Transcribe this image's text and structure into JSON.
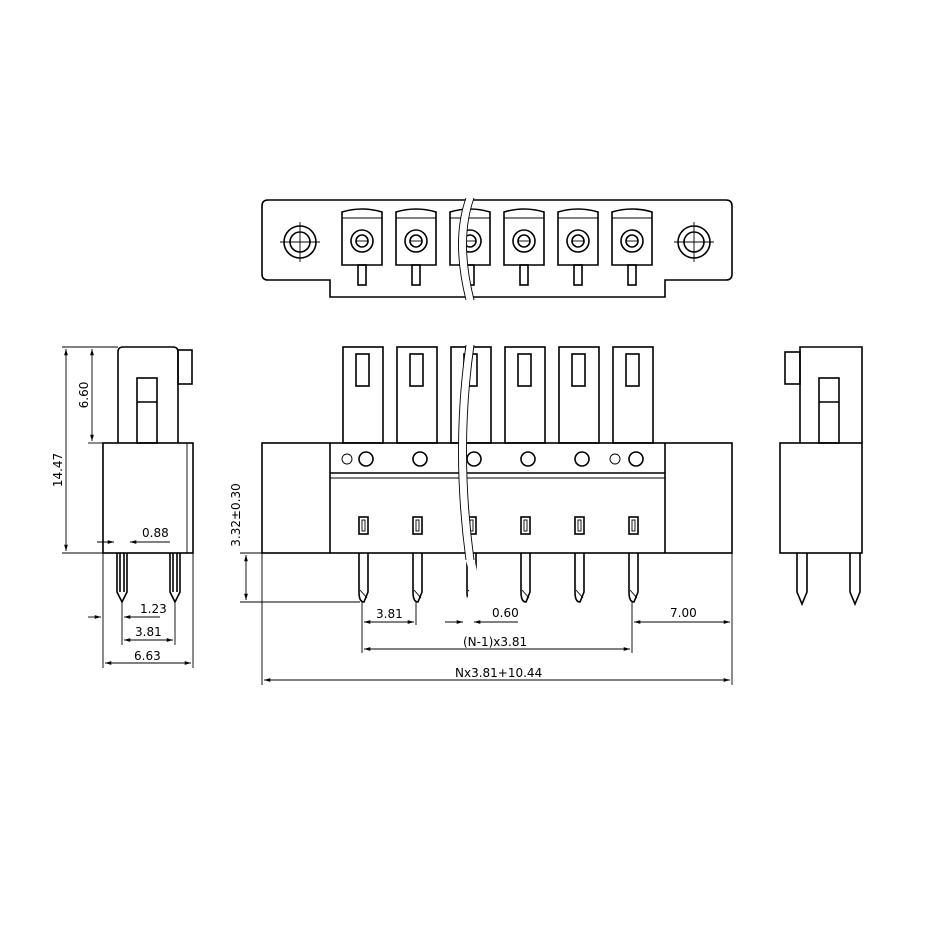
{
  "dimensions": {
    "side_upper_height": "6.60",
    "side_total_height": "14.47",
    "pin_width_side": "0.88",
    "pin_offset": "1.23",
    "row_pitch": "3.81",
    "side_width": "6.63",
    "pin_length": "3.32±0.30",
    "pitch": "3.81",
    "pin_width": "0.60",
    "end_offset": "7.00",
    "span": "(N-1)x3.81",
    "total_length": "Nx3.81+10.44"
  },
  "terminal_count_shown": 6,
  "colors": {
    "line": "#000000",
    "background": "#ffffff"
  }
}
